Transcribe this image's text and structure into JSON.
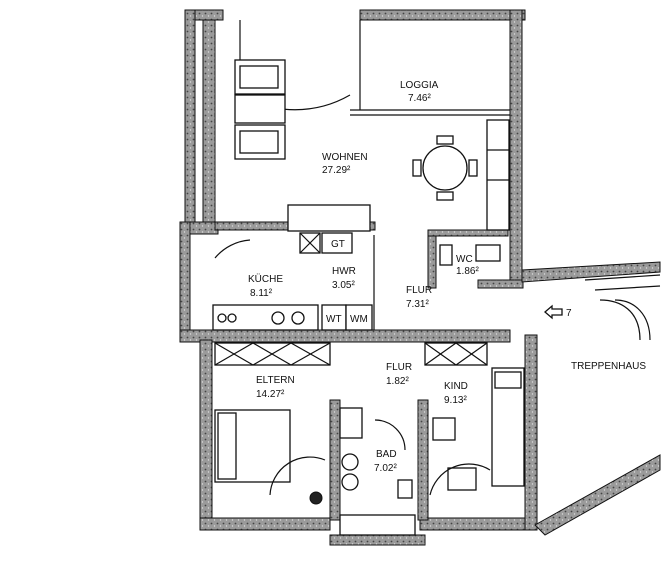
{
  "rooms": {
    "loggia": {
      "name": "LOGGIA",
      "area": "7.46²"
    },
    "wohnen": {
      "name": "WOHNEN",
      "area": "27.29²"
    },
    "kueche": {
      "name": "KÜCHE",
      "area": "8.11²"
    },
    "hwr": {
      "name": "HWR",
      "area": "3.05²"
    },
    "wc": {
      "name": "WC",
      "area": "1.86²"
    },
    "flur_top": {
      "name": "FLUR",
      "area": "7.31²"
    },
    "flur_mid": {
      "name": "FLUR",
      "area": "1.82²"
    },
    "eltern": {
      "name": "ELTERN",
      "area": "14.27²"
    },
    "kind": {
      "name": "KIND",
      "area": "9.13²"
    },
    "bad": {
      "name": "BAD",
      "area": "7.02²"
    },
    "treppenhaus": {
      "name": "TREPPENHAUS"
    }
  },
  "appliances": {
    "gt": "GT",
    "wt": "WT",
    "wm": "WM"
  },
  "entrance": {
    "number": "7"
  }
}
